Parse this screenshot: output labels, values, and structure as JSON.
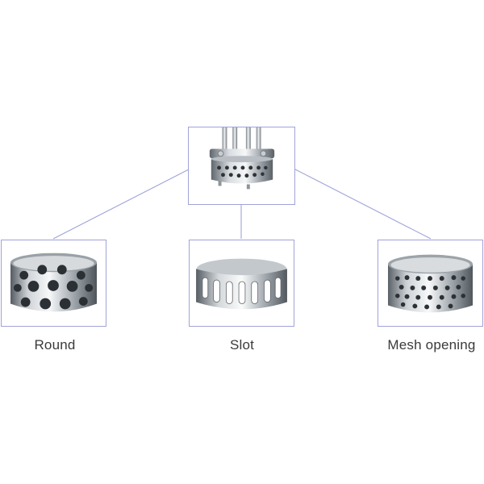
{
  "root": {
    "image": "rotor-stator-mixing-head-icon"
  },
  "options": [
    {
      "label": "Round",
      "image": "round-hole-stator-icon"
    },
    {
      "label": "Slot",
      "image": "slot-stator-icon"
    },
    {
      "label": "Mesh opening",
      "image": "mesh-opening-stator-icon"
    }
  ],
  "colors": {
    "frame_border": "#9fa3d8",
    "connector": "#9fa3d8",
    "label_text": "#3a3a3a"
  }
}
